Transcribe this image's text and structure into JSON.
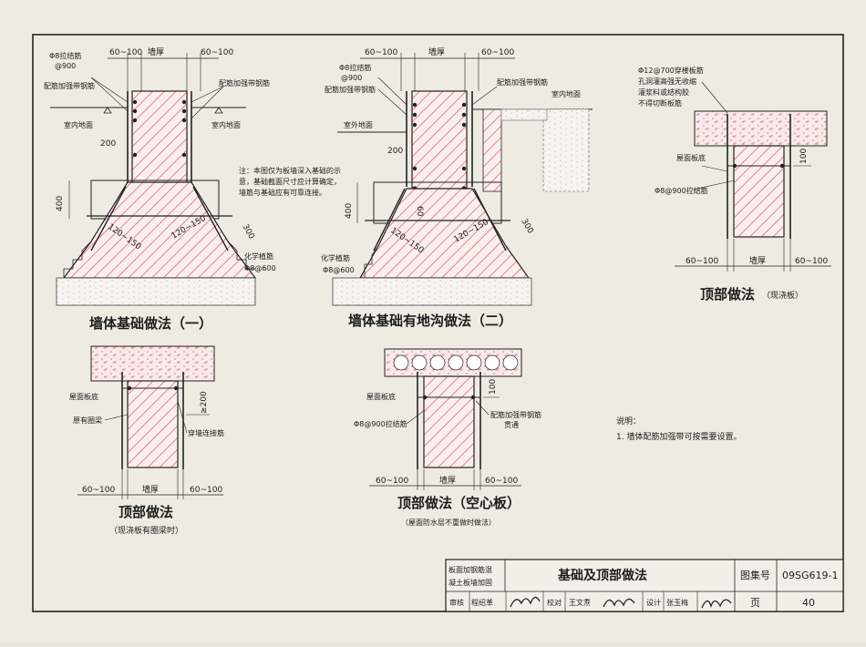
{
  "labels": {
    "wall_thickness": "墙厚",
    "dim_60_100": "60~100",
    "dim_400": "400",
    "dim_300": "300",
    "dim_200": "200",
    "dim_100": "100",
    "dim_ge200": "≥200",
    "dim_120_150": "120~150",
    "dim_60": "60"
  },
  "fig1": {
    "title": "墙体基础做法（一）",
    "tie_bar": "Φ8拉结筋",
    "tie_spacing": "@900",
    "steel_strip_l": "配筋加强带钢筋",
    "steel_strip_r": "配筋加强带钢筋",
    "indoor_l": "室内地面",
    "indoor_r": "室内地面",
    "chem_bar": "化学植筋",
    "chem_spacing": "Φ8@600",
    "note_lines": [
      "注：本图仅为板墙深入基础的示",
      "意，基础截面尺寸应计算确定，",
      "墙筋与基础应有可靠连接。"
    ]
  },
  "fig2": {
    "title": "墙体基础有地沟做法（二）",
    "tie_bar": "Φ8拉结筋",
    "tie_spacing": "@900",
    "steel_strip_l": "配筋加强带钢筋",
    "steel_strip_r": "配筋加强带钢筋",
    "outdoor": "室外地面",
    "indoor": "室内地面",
    "chem_bar": "化学植筋",
    "chem_spacing": "Φ8@600"
  },
  "fig3": {
    "title": "顶部做法",
    "subtitle": "（现浇板）",
    "bar_desc_lines": [
      "Φ12@700穿楼板筋",
      "孔洞灌高强无收缩",
      "灌浆料或结构胶",
      "不得切断板筋"
    ],
    "roof_slab": "屋面板底",
    "tie_bar": "Φ8@900拉结筋"
  },
  "fig4": {
    "title": "顶部做法",
    "subtitle": "（现浇板有圈梁时）",
    "roof_slab": "屋面板底",
    "ring_beam": "原有圈梁",
    "through_bar": "穿墙连接筋"
  },
  "fig5": {
    "title": "顶部做法（空心板）",
    "subtitle": "（屋面防水层不重做时做法）",
    "roof_slab": "屋面板底",
    "tie_bar": "Φ8@900拉结筋",
    "strip_bar": "配筋加强带钢筋",
    "through": "贯通"
  },
  "notes": {
    "heading": "说明：",
    "items": [
      "1. 墙体配筋加强带可按需要设置。"
    ]
  },
  "title_block": {
    "category_l1": "板面加钢筋混",
    "category_l2": "凝土板墙加固",
    "drawing_title": "基础及顶部做法",
    "atlas_label": "图集号",
    "atlas_no": "09SG619-1",
    "review_label": "审核",
    "reviewer": "程绍革",
    "check_label": "校对",
    "checker": "王文焘",
    "design_label": "设计",
    "designer": "张玉梅",
    "page_label": "页",
    "page_no": "40"
  }
}
